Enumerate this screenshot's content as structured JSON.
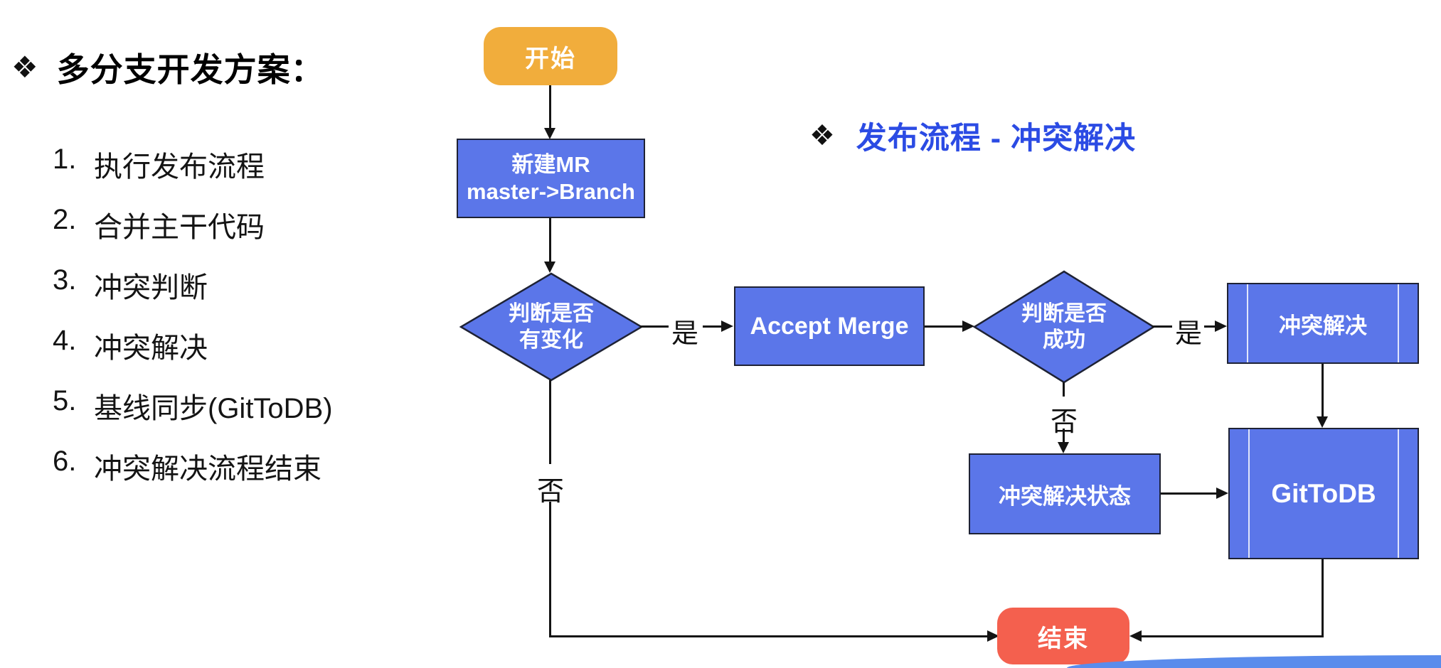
{
  "left_panel": {
    "title": {
      "bullet": "❖",
      "text": "多分支开发方案："
    },
    "list": [
      {
        "num": "1.",
        "text": "执行发布流程"
      },
      {
        "num": "2.",
        "text": "合并主干代码"
      },
      {
        "num": "3.",
        "text": "冲突判断"
      },
      {
        "num": "4.",
        "text": "冲突解决"
      },
      {
        "num": "5.",
        "text": "基线同步(GitToDB)"
      },
      {
        "num": "6.",
        "text": "冲突解决流程结束"
      }
    ]
  },
  "section_title": {
    "bullet": "❖",
    "text": "发布流程 - 冲突解决"
  },
  "flowchart": {
    "nodes": {
      "start": {
        "label": "开始"
      },
      "new_mr": {
        "line1": "新建MR",
        "line2": "master->Branch"
      },
      "decision_change": {
        "line1": "判断是否",
        "line2": "有变化"
      },
      "accept_merge": {
        "label": "Accept Merge"
      },
      "decision_success": {
        "line1": "判断是否",
        "line2": "成功"
      },
      "conflict_resolve": {
        "label": "冲突解决"
      },
      "conflict_status": {
        "label": "冲突解决状态"
      },
      "git_to_db": {
        "label": "GitToDB"
      },
      "end": {
        "label": "结束"
      }
    },
    "edge_labels": {
      "change_yes": "是",
      "change_no": "否",
      "success_yes": "是",
      "success_no": "否"
    }
  },
  "colors": {
    "process_blue": "#5b76e9",
    "node_border": "#1e2235",
    "start_yellow": "#f1ad3c",
    "end_coral": "#f4604e",
    "section_title_blue": "#2b4be4",
    "connector_black": "#141414",
    "bottom_arc_blue": "#5a8cec"
  }
}
